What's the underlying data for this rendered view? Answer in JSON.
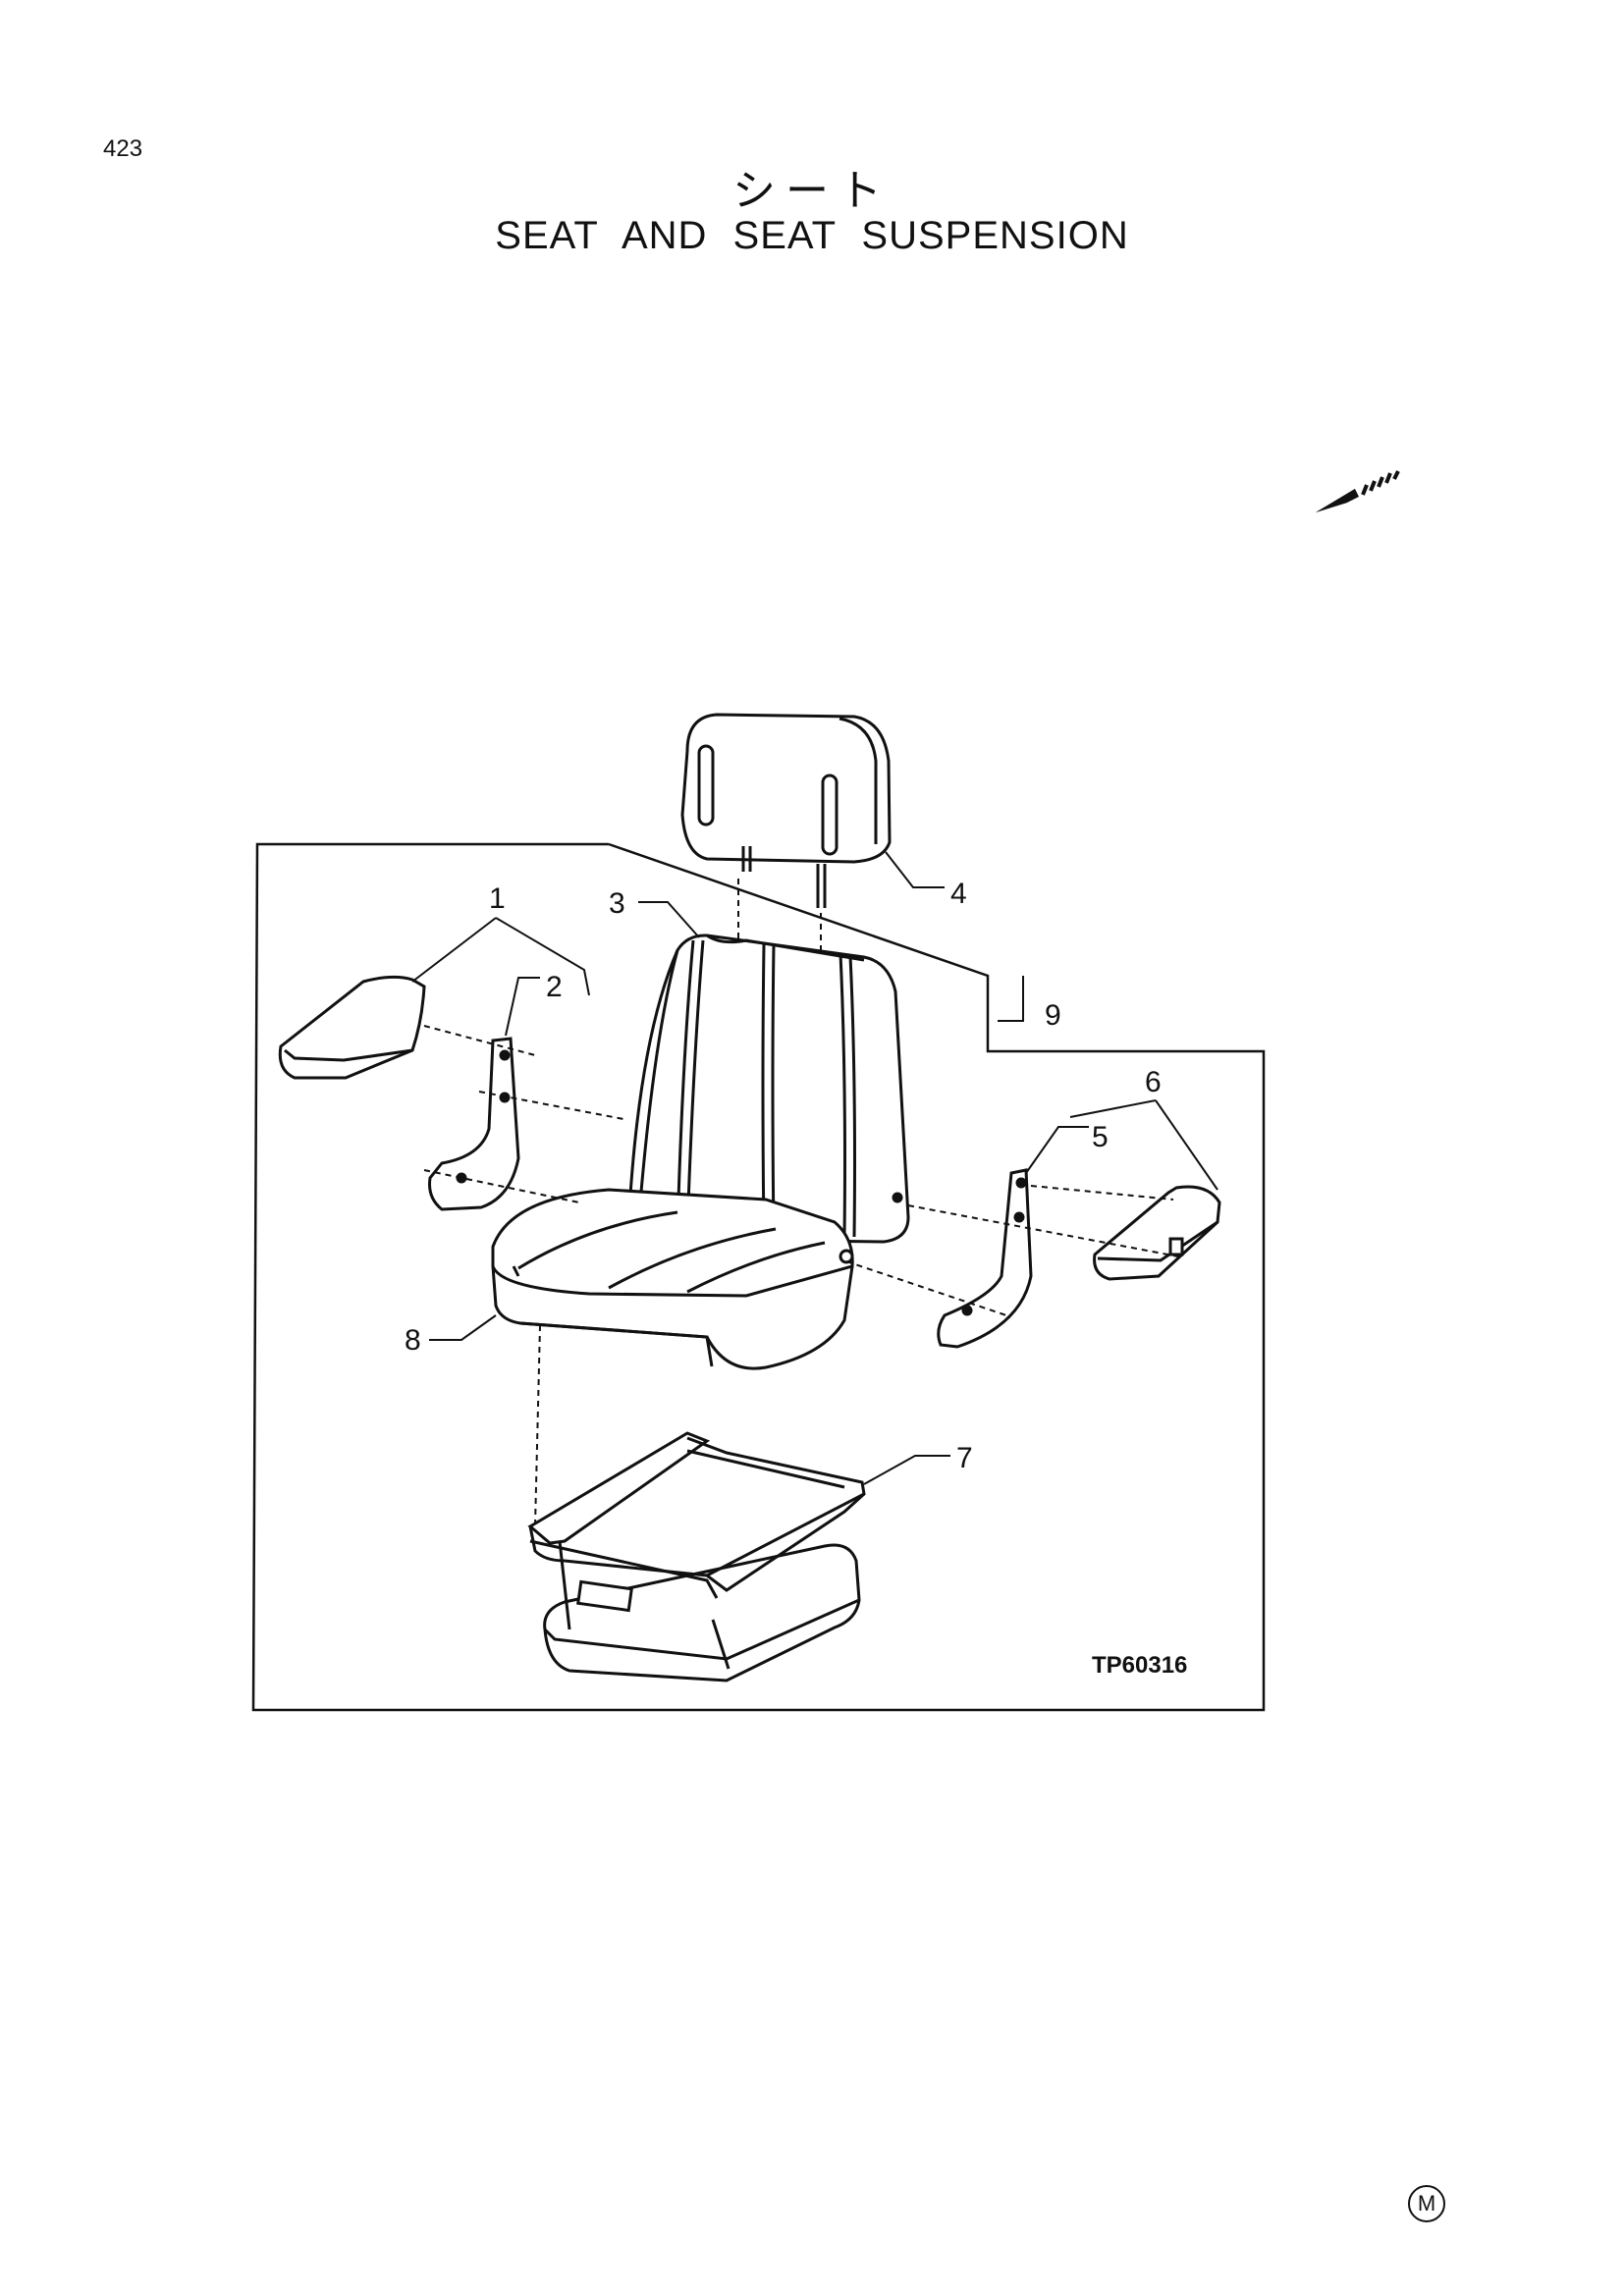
{
  "page": {
    "number": "423",
    "title_jp": "シート",
    "title_en": "SEAT AND SEAT SUSPENSION",
    "footer_mark": "M"
  },
  "diagram": {
    "figure_code": "TP60316",
    "callouts": [
      {
        "id": "callout-1",
        "label": "1"
      },
      {
        "id": "callout-2",
        "label": "2"
      },
      {
        "id": "callout-3",
        "label": "3"
      },
      {
        "id": "callout-4",
        "label": "4"
      },
      {
        "id": "callout-5",
        "label": "5"
      },
      {
        "id": "callout-6",
        "label": "6"
      },
      {
        "id": "callout-7",
        "label": "7"
      },
      {
        "id": "callout-8",
        "label": "8"
      },
      {
        "id": "callout-9",
        "label": "9"
      }
    ],
    "icons": {
      "direction": "front-direction-arrow-icon"
    }
  }
}
